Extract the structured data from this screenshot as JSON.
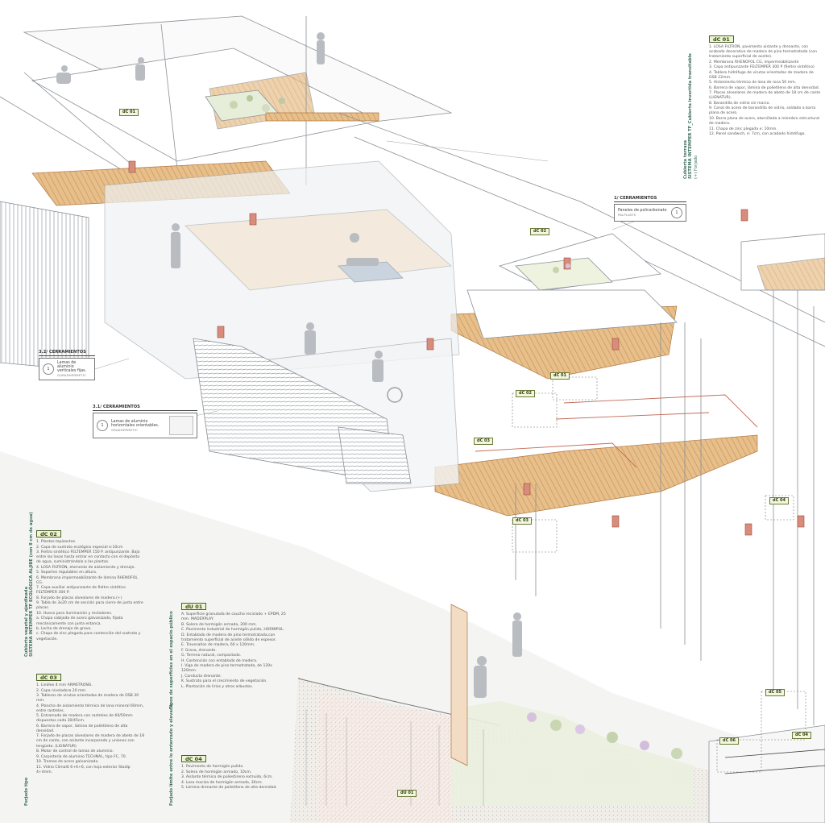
{
  "colors": {
    "accent_green": "#4a5f2a",
    "tag_fill": "#eef3d2",
    "timber": "#d8a66b",
    "steel_red": "#b84a3a",
    "line": "#8a8f96"
  },
  "legends": {
    "dC01": {
      "tag": "dC 01",
      "side_title": "Cubierta terraza",
      "side_sub": "SISTEMA INTEMPER TF_Cubierta invertida transitable",
      "side_tag": "(+) Forjado",
      "items": [
        "1.  LOSA FILTRÓN, pavimento aislante y drenante, con acabado decorativo de madera de pino termotratada (con tratamiento superficial de aceite).",
        "2.  Membrana RHENOFOL CG, impermeabilizante",
        "3.  Capa antipunzante FELTEMPER 300 P (fieltro sintético)",
        "4.  Tablero hidrófugo de virutas orientadas de madera de OSB 22mm.",
        "5.  Aislamiento térmico de lana de roca 50 mm.",
        "6.  Barrera de vapor, lámina de polietileno de alta densidad.",
        "7.  Placas alveolares de madera de abeto de 18 cm de canto (LIGNATUR).",
        "8.  Barandilla de vidrio sin marco.",
        "9.  Canal de acero de barandilla de vidrio, soldado a barra plana de acero.",
        "10. Barra plana de acero, atornillada a miembro estructural de madera.",
        "11. Chapa de zinc plegada e: 10mm.",
        "12. Panel sandwich, e: 7cm, con acabado hidrófugo."
      ]
    },
    "dC02": {
      "tag": "dC 02",
      "side_title": "Cubierta vegetal y ajardinada",
      "side_sub": "SISTEMA INTEMPER TF ECOLÓGICA ALJIBE (con 8 cm de agua)",
      "items": [
        "1.  Plantas tapizantes.",
        "2.  Capa de sustrato ecológico especial e:10cm",
        "3.  Fieltro sintético FELTEMPER 150 P. antipunzante. Baja entre las losas hasta entrar en contacto con el depósito de agua, suministrándolo a las plantas.",
        "4.  LOSA FILTRÓN, elemento de aislamiento y drenaje.",
        "5.  Soportes regulables en altura.",
        "6.  Membrana impermeabilizante de lámina RHENOFOL CG.",
        "7.  Capa auxiliar antipunzante de fieltro sintético FELTEMPER 300 P.",
        "8.  Forjado de placas alveolares de madera.(+)",
        "9.  Tabla de 3x20 cm de sección para cierre de junta entre placas.",
        "10. Hueco para iluminación y recladores.",
        "a.  Chapa cobijada de acero galvanizado, fijada mecánicamente con junta estanca.",
        "b.  Lecho de drenaje de grava.",
        "c.  Chapa de zinc plegada para contención del sustrato y vegetación."
      ]
    },
    "dC03": {
      "tag": "dC 03",
      "side_title": "Forjado tipo",
      "items": [
        "1.  Linóleo 4 mm ARMSTRONG.",
        "2.  Capa niveladora 20 mm.",
        "3.  Tableros de virutas orientadas de madera de OSB 30 mm.",
        "4.  Plancha de aislamiento térmico de lana mineral 60mm, entre rastreles.",
        "5.  Entramado de madera con rastreles de 60/50mm dispuestos cada 30/45cm.",
        "6.  Barrera de vapor, lámina de polietileno de alta densidad.",
        "7.  Forjado de placas alveolares de madera de abeto de 18 cm de canto, con aislante incorporado y uniones con lengüeta. (LIGNATUR)",
        "8.  Motor de control de lamas de aluminio.",
        "9.  Carpintería de aluminio TECHNAL, tipo FC, 70.",
        "10. Trameo de acero galvanizado.",
        "11. Vidrio Climalit 6+6+6, con hoja exterior Stadip 4+4mm."
      ]
    },
    "dU01": {
      "tag": "dU 01",
      "side_title": "Tipos de superficies en el espacio público",
      "items": [
        "A.  Superficie granulada de caucho reciclado + EPDM, 25 mm. MADERPLAY.",
        "B.  Solera de hormigón armado, 200 mm.",
        "C.  Pavimento industrial de hormigón pulido, HORMIPUL.",
        "D.  Entablado de madera de pino termotratada,con tratamiento superficial de aceite sólido de espesor.",
        "E.  Travesaños de madera, 60 x 120mm.",
        "F.  Grava, drenante.",
        "G.  Terreno natural, compactado.",
        "H.  Contención con entablado de madera.",
        "I.  Viga de madera de pino termotratada, de 120x 120mm.",
        "J.  Conducto drenante.",
        "K.  Sustrato para el crecimiento de vegetación.",
        "L.  Plantación de lirios y otros arbustos."
      ]
    },
    "dC04": {
      "tag": "dC 04",
      "side_title": "Forjado límite entre lo enterrado y elevado",
      "items": [
        "1.  Pavimento de hormigón pulido.",
        "2.  Solera de hormigón armado, 10cm.",
        "3.  Aislante térmico de poliestireno extruido, 6cm.",
        "4.  Losa maciza de hormigón armado, 30cm.",
        "5.  Lámina drenante de polietileno de alta densidad."
      ]
    }
  },
  "callouts": {
    "c1": {
      "title": "1/ CERRAMIENTOS",
      "text": "Paneles de policarbonato",
      "brand": "PALPLASTE",
      "icon": "1"
    },
    "c32": {
      "title": "3.2/ CERRAMIENTOS",
      "text": "Lamas de aluminio verticales fijas.",
      "brand": "GURADHERMETIC",
      "icon": "1"
    },
    "c31": {
      "title": "3.1/ CERRAMIENTOS",
      "text": "Lamas de aluminio horizontales orientables.",
      "brand": "GRADHERMETIC",
      "icon": "1"
    }
  },
  "detail_tags": {
    "t1": "dC 01",
    "t2": "dC 02",
    "t3": "dC 01",
    "t4": "dC 02",
    "t5": "dC 03",
    "t6": "dC 03",
    "t7": "dC 04",
    "t8": "dC 05",
    "t9": "dC 06",
    "t10": "dC 04",
    "t11": "dU 01"
  }
}
